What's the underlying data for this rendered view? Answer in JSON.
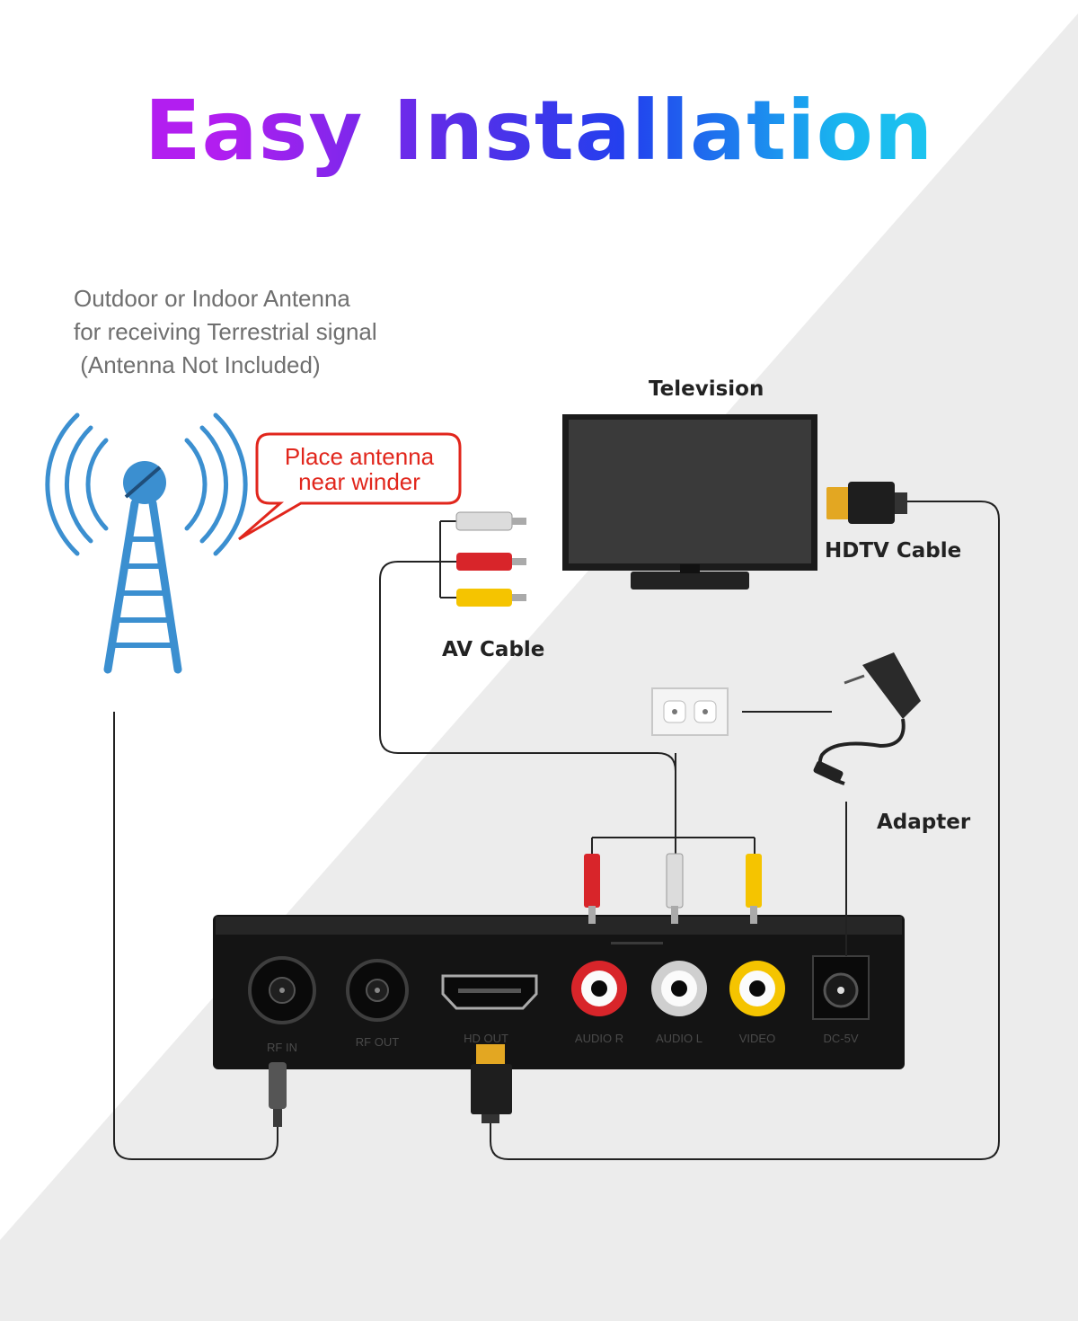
{
  "title": "Easy Installation",
  "antenna_note": {
    "line1": "Outdoor or Indoor Antenna",
    "line2": "for receiving Terrestrial signal",
    "line3": " (Antenna Not Included)"
  },
  "bubble": {
    "line1": "Place antenna",
    "line2": "near winder"
  },
  "labels": {
    "television": "Television",
    "hdtv_cable": "HDTV Cable",
    "av_cable": "AV Cable",
    "adapter": "Adapter"
  },
  "ports": {
    "rf_in": "RF IN",
    "rf_out": "RF OUT",
    "hd_out": "HD OUT",
    "audio_r": "AUDIO R",
    "audio_l": "AUDIO L",
    "video": "VIDEO",
    "dc": "DC-5V"
  },
  "colors": {
    "antenna": "#3b8fd0",
    "bubble": "#e1261c",
    "rca_red": "#d8252a",
    "rca_white": "#e6e6e6",
    "rca_yellow": "#f5c400",
    "hdmi_gold": "#e3a722"
  },
  "icons": [
    "antenna-tower-icon",
    "television-icon",
    "hdmi-cable-icon",
    "av-cable-icon",
    "wall-outlet-icon",
    "power-adapter-icon",
    "set-top-box-icon"
  ]
}
